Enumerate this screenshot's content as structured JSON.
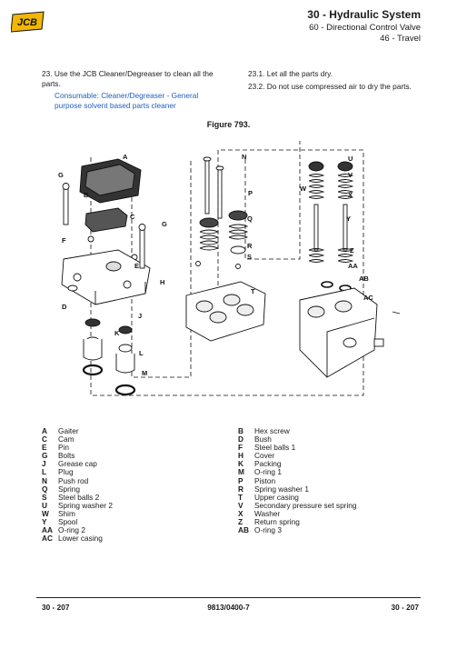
{
  "header": {
    "brand": "JCB",
    "section": "30 - Hydraulic System",
    "subsection": "60 - Directional Control Valve",
    "subsubsection": "46 - Travel"
  },
  "instructions": {
    "step23": "23. Use the JCB Cleaner/Degreaser to clean all the parts.",
    "consumable": "Consumable: Cleaner/Degreaser - General purpose solvent based parts cleaner",
    "step23_1": "23.1. Let all the parts dry.",
    "step23_2": "23.2. Do not use compressed air to dry the parts."
  },
  "figure": {
    "title": "Figure 793.",
    "callouts": [
      "A",
      "B",
      "C",
      "D",
      "E",
      "F",
      "G",
      "H",
      "J",
      "K",
      "L",
      "M",
      "N",
      "P",
      "Q",
      "R",
      "S",
      "T",
      "U",
      "V",
      "W",
      "X",
      "Y",
      "Z",
      "AA",
      "AB",
      "AC"
    ]
  },
  "legend_left": [
    {
      "key": "A",
      "label": "Gaiter"
    },
    {
      "key": "C",
      "label": "Cam"
    },
    {
      "key": "E",
      "label": "Pin"
    },
    {
      "key": "G",
      "label": "Bolts"
    },
    {
      "key": "J",
      "label": "Grease cap"
    },
    {
      "key": "L",
      "label": "Plug"
    },
    {
      "key": "N",
      "label": "Push rod"
    },
    {
      "key": "Q",
      "label": "Spring"
    },
    {
      "key": "S",
      "label": "Steel balls 2"
    },
    {
      "key": "U",
      "label": "Spring washer 2"
    },
    {
      "key": "W",
      "label": "Shim"
    },
    {
      "key": "Y",
      "label": "Spool"
    },
    {
      "key": "AA",
      "label": "O-ring 2"
    },
    {
      "key": "AC",
      "label": "Lower casing"
    }
  ],
  "legend_right": [
    {
      "key": "B",
      "label": "Hex screw"
    },
    {
      "key": "D",
      "label": "Bush"
    },
    {
      "key": "F",
      "label": "Steel balls 1"
    },
    {
      "key": "H",
      "label": "Cover"
    },
    {
      "key": "K",
      "label": "Packing"
    },
    {
      "key": "M",
      "label": "O-ring 1"
    },
    {
      "key": "P",
      "label": "Piston"
    },
    {
      "key": "R",
      "label": "Spring washer 1"
    },
    {
      "key": "T",
      "label": "Upper casing"
    },
    {
      "key": "V",
      "label": "Secondary pressure set spring"
    },
    {
      "key": "X",
      "label": "Washer"
    },
    {
      "key": "Z",
      "label": "Return spring"
    },
    {
      "key": "AB",
      "label": "O-ring 3"
    }
  ],
  "footer": {
    "left": "30 - 207",
    "center": "9813/0400-7",
    "right": "30 - 207"
  }
}
